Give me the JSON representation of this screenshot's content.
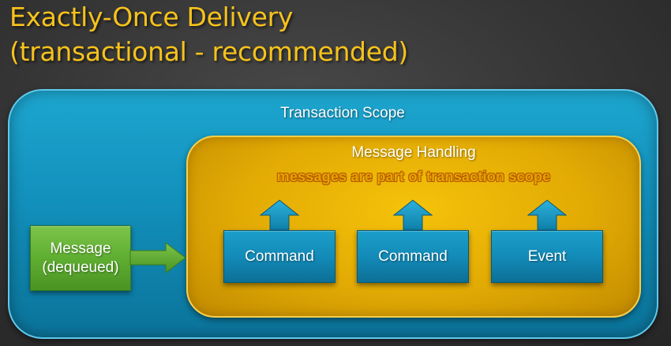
{
  "slide": {
    "title_line1": "Exactly-Once Delivery",
    "title_line2": "(transactional - recommended)"
  },
  "diagram": {
    "transaction_scope_label": "Transaction Scope",
    "message_handling": {
      "title": "Message Handling",
      "subtitle": "messages are part of transaction scope"
    },
    "message": {
      "line1": "Message",
      "line2": "(dequeued)"
    },
    "boxes": [
      {
        "label": "Command"
      },
      {
        "label": "Command"
      },
      {
        "label": "Event"
      }
    ]
  },
  "colors": {
    "title": "#f6c21c",
    "transaction_scope": "#1290bc",
    "message_handling": "#e2aa04",
    "message": "#5fae31",
    "box": "#138bb8"
  }
}
